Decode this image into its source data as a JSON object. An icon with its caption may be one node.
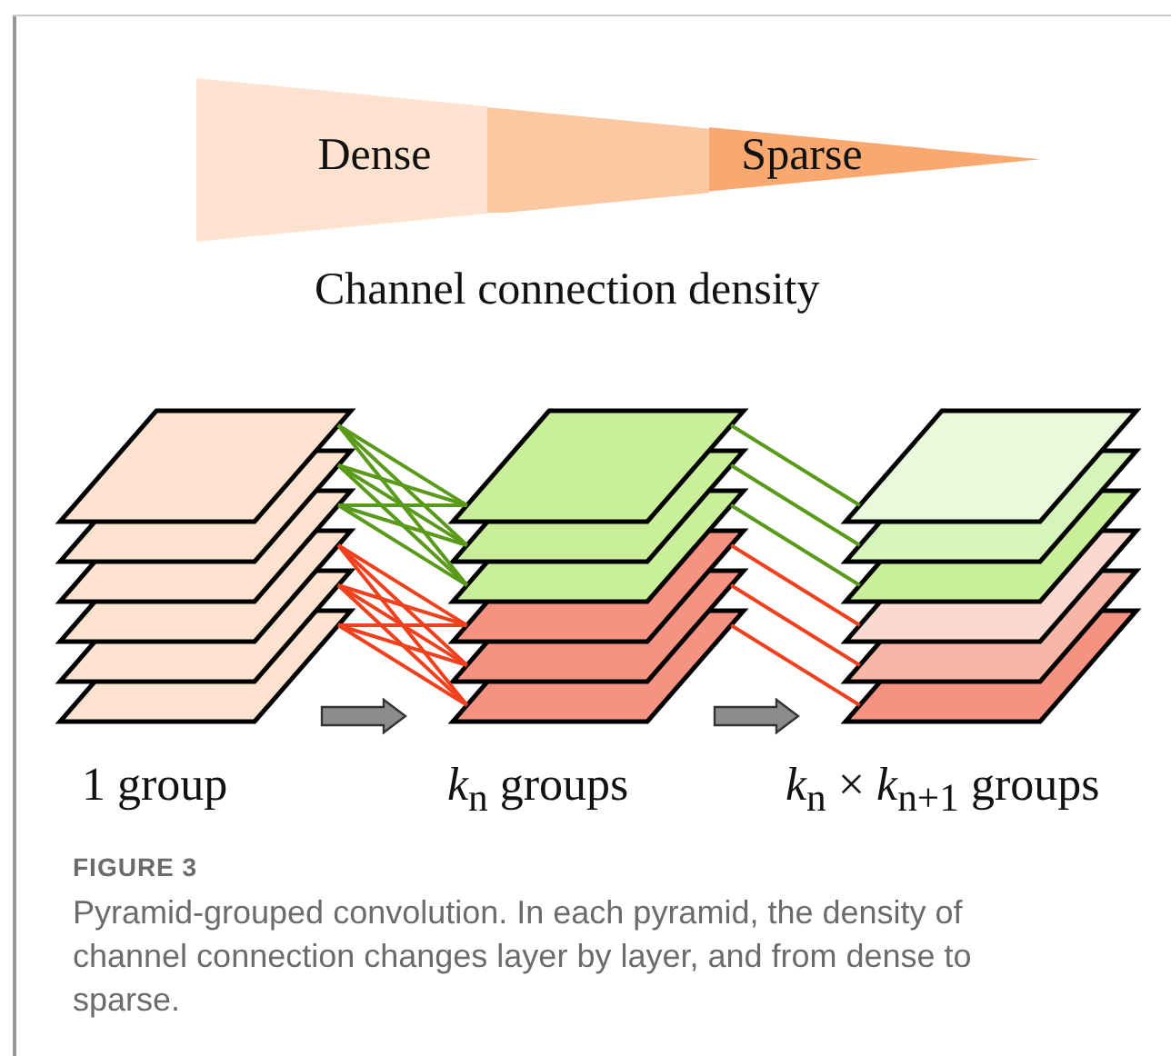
{
  "diagram": {
    "title": "FIGURE 3",
    "caption": "Pyramid-grouped convolution. In each pyramid, the density of channel connection changes layer by layer, and from dense to sparse.",
    "nodes": [
      {
        "text": [
          "Dense"
        ]
      },
      {
        "text": [],
        "shape": "trapezoid"
      },
      {
        "text": [
          "Sparse"
        ]
      },
      {
        "text": [],
        "shape": "parallelogram"
      },
      {
        "text": [],
        "shape": "parallelogram"
      },
      {
        "text": [],
        "shape": "parallelogram"
      },
      {
        "text": [],
        "shape": "parallelogram"
      },
      {
        "text": [],
        "shape": "parallelogram"
      },
      {
        "text": [],
        "shape": "parallelogram"
      },
      {
        "text": [],
        "shape": "parallelogram"
      },
      {
        "text": [],
        "shape": "parallelogram"
      },
      {
        "text": [],
        "shape": "parallelogram"
      },
      {
        "text": [],
        "shape": "parallelogram"
      },
      {
        "text": [],
        "shape": "parallelogram"
      },
      {
        "text": [],
        "shape": "parallelogram"
      },
      {
        "text": [],
        "shape": "parallelogram"
      },
      {
        "text": [],
        "shape": "parallelogram"
      },
      {
        "text": [],
        "shape": "parallelogram"
      },
      {
        "text": [],
        "shape": "parallelogram"
      },
      {
        "text": [],
        "shape": "parallelogram"
      },
      {
        "text": [],
        "shape": "parallelogram"
      }
    ],
    "edges": [
      {
        "from": 3,
        "to": 9,
        "arrow": "none",
        "color": "#5a9a1a"
      },
      {
        "from": 3,
        "to": 10,
        "arrow": "none",
        "color": "#5a9a1a"
      },
      {
        "from": 3,
        "to": 11,
        "arrow": "none",
        "color": "#5a9a1a"
      },
      {
        "from": 4,
        "to": 9,
        "arrow": "none",
        "color": "#5a9a1a"
      },
      {
        "from": 4,
        "to": 10,
        "arrow": "none",
        "color": "#5a9a1a"
      },
      {
        "from": 4,
        "to": 11,
        "arrow": "none",
        "color": "#5a9a1a"
      },
      {
        "from": 5,
        "to": 9,
        "arrow": "none",
        "color": "#5a9a1a"
      },
      {
        "from": 5,
        "to": 10,
        "arrow": "none",
        "color": "#5a9a1a"
      },
      {
        "from": 5,
        "to": 11,
        "arrow": "none",
        "color": "#5a9a1a"
      },
      {
        "from": 6,
        "to": 12,
        "arrow": "none",
        "color": "#f0401e"
      },
      {
        "from": 6,
        "to": 13,
        "arrow": "none",
        "color": "#f0401e"
      },
      {
        "from": 6,
        "to": 14,
        "arrow": "none",
        "color": "#f0401e"
      },
      {
        "from": 7,
        "to": 12,
        "arrow": "none",
        "color": "#f0401e"
      },
      {
        "from": 7,
        "to": 13,
        "arrow": "none",
        "color": "#f0401e"
      },
      {
        "from": 7,
        "to": 14,
        "arrow": "none",
        "color": "#f0401e"
      },
      {
        "from": 8,
        "to": 12,
        "arrow": "none",
        "color": "#f0401e"
      },
      {
        "from": 8,
        "to": 13,
        "arrow": "none",
        "color": "#f0401e"
      },
      {
        "from": 8,
        "to": 14,
        "arrow": "none",
        "color": "#f0401e"
      },
      {
        "from": 9,
        "to": 15,
        "arrow": "none",
        "color": "#5a9a1a"
      },
      {
        "from": 10,
        "to": 16,
        "arrow": "none",
        "color": "#5a9a1a"
      },
      {
        "from": 11,
        "to": 17,
        "arrow": "none",
        "color": "#5a9a1a"
      },
      {
        "from": 12,
        "to": 18,
        "arrow": "none",
        "color": "#f0401e"
      },
      {
        "from": 13,
        "to": 19,
        "arrow": "none",
        "color": "#f0401e"
      },
      {
        "from": 14,
        "to": 20,
        "arrow": "none",
        "color": "#f0401e"
      },
      {
        "from": 8,
        "to": 14,
        "arrow": "to",
        "style": "thick",
        "color": "#8c8c8c"
      },
      {
        "from": 14,
        "to": 20,
        "arrow": "to",
        "style": "thick",
        "color": "#8c8c8c"
      }
    ],
    "labels": [
      "Channel connection density",
      "1 group",
      "*k*$_{n}$ groups",
      "*k*$_{n}$ × *k*$_{n+1}$ groups"
    ]
  }
}
